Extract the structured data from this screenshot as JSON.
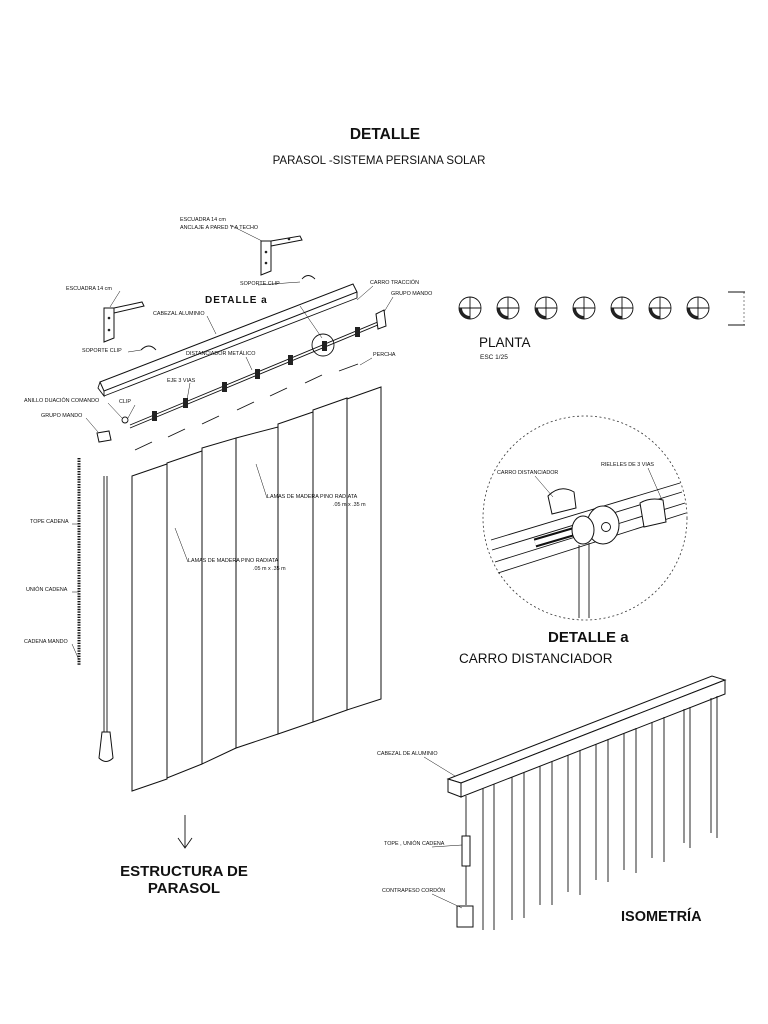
{
  "header": {
    "title": "DETALLE",
    "subtitle": "PARASOL -SISTEMA PERSIANA SOLAR"
  },
  "exploded": {
    "detail_marker": "DETALLE  a",
    "caption_line1": "ESTRUCTURA DE",
    "caption_line2": "PARASOL",
    "labels": {
      "escuadra_top_1": "ESCUADRA 14 cm",
      "escuadra_top_2": "ANCLAJE A PARED Y A TECHO",
      "soporte_clip_top": "SOPORTE CLIP",
      "carro_traccion": "CARRO TRACCIÓN",
      "grupo_mando_right": "GRUPO MANDO",
      "escuadra_left": "ESCUADRA 14 cm",
      "cabezal_aluminio": "CABEZAL ALUMINIO",
      "soporte_clip_left": "SOPORTE CLIP",
      "distanciador_metalico": "DISTANCIADOR METÁLICO",
      "percha": "PERCHA",
      "eje_3_vias": "EJE 3 VIAS",
      "anillo_comando": "ANILLO DUACIÓN COMANDO",
      "clip": "CLIP",
      "grupo_mando_left": "GRUPO MANDO",
      "lamas_1": "LAMAS DE MADERA PINO RADIATA",
      "lamas_1_dim": ".05 m x .35 m",
      "lamas_2": "LAMAS DE MADERA PINO RADIATA",
      "lamas_2_dim": ".05 m x .35 m",
      "tope_cadena": "TOPE CADENA",
      "union_cadena": "UNIÓN CADENA",
      "cadena_mando": "CADENA MANDO"
    }
  },
  "planta": {
    "title": "PLANTA",
    "scale": "ESC 1/25"
  },
  "detail_a": {
    "title": "DETALLE a",
    "subtitle": "CARRO DISTANCIADOR",
    "labels": {
      "carro_distanciador": "CARRO DISTANCIADOR",
      "rieleles": "RIELELES DE 3 VIAS"
    }
  },
  "isometria": {
    "title": "ISOMETRÍA",
    "labels": {
      "cabezal": "CABEZAL DE ALUMINIO",
      "tope_union": "TOPE , UNIÓN CADENA",
      "contrapeso": "CONTRAPESO CORDÓN"
    }
  }
}
